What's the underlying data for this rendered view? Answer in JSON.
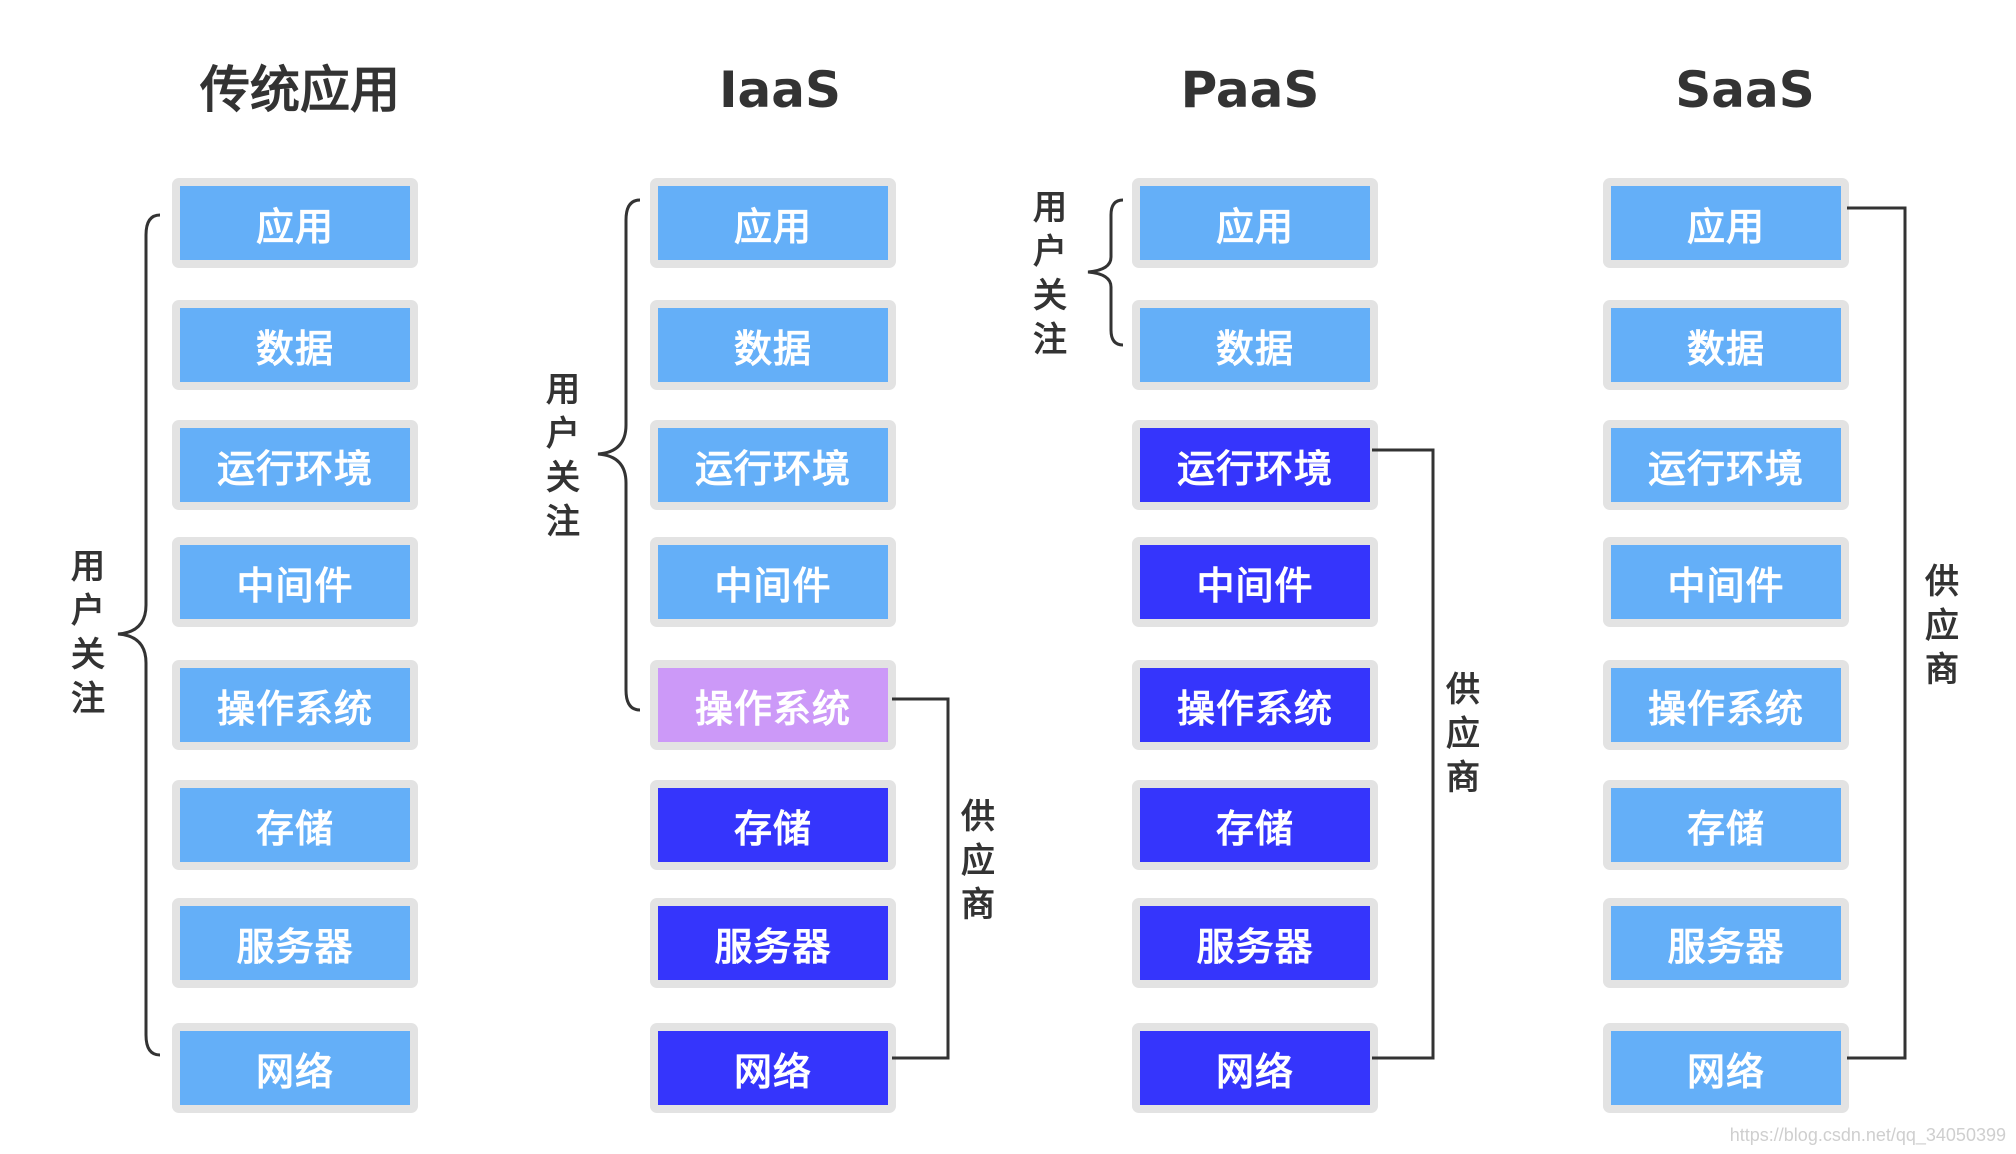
{
  "titles": [
    "传统应用",
    "IaaS",
    "PaaS",
    "SaaS"
  ],
  "layers": [
    "应用",
    "数据",
    "运行环境",
    "中间件",
    "操作系统",
    "存储",
    "服务器",
    "网络"
  ],
  "labels": {
    "user_focus": "用户关注",
    "vendor": "供应商"
  },
  "colors": {
    "user": "#64aff8",
    "vendor": "#3535fc",
    "os_highlight": "#cc99f8",
    "box_border": "#e3e3e3"
  },
  "columns": [
    {
      "title": "传统应用",
      "cells": [
        "user",
        "user",
        "user",
        "user",
        "user",
        "user",
        "user",
        "user"
      ]
    },
    {
      "title": "IaaS",
      "cells": [
        "user",
        "user",
        "user",
        "user",
        "os_highlight",
        "vendor",
        "vendor",
        "vendor"
      ]
    },
    {
      "title": "PaaS",
      "cells": [
        "user",
        "user",
        "vendor",
        "vendor",
        "vendor",
        "vendor",
        "vendor",
        "vendor"
      ]
    },
    {
      "title": "SaaS",
      "cells": [
        "user",
        "user",
        "user",
        "user",
        "user",
        "user",
        "user",
        "user"
      ]
    }
  ],
  "watermark": "https://blog.csdn.net/qq_34050399"
}
